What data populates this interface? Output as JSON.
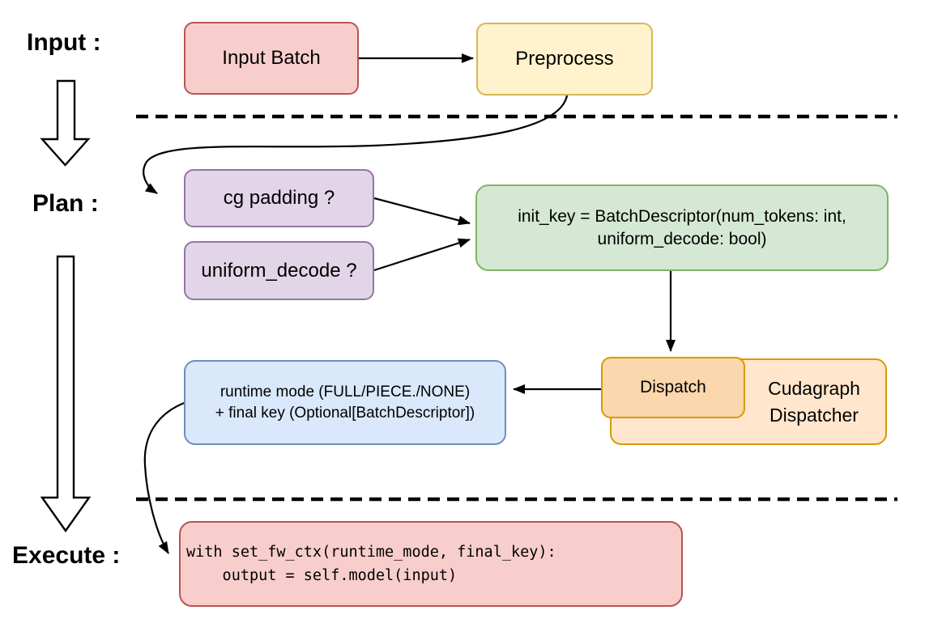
{
  "stages": {
    "input_label": "Input :",
    "plan_label": "Plan :",
    "execute_label": "Execute :"
  },
  "boxes": {
    "input_batch": {
      "text": "Input Batch"
    },
    "preprocess": {
      "text": "Preprocess"
    },
    "cg_padding": {
      "text": "cg padding ?"
    },
    "uniform_decode": {
      "text": "uniform_decode ?"
    },
    "init_key": {
      "line1": "init_key = BatchDescriptor(num_tokens: int,",
      "line2": "uniform_decode: bool)"
    },
    "dispatch": {
      "text": "Dispatch"
    },
    "cudagraph_dispatcher": {
      "line1": "Cudagraph",
      "line2": "Dispatcher"
    },
    "runtime_mode": {
      "line1": "runtime mode (FULL/PIECE./NONE)",
      "line2": "+ final key (Optional[BatchDescriptor])"
    },
    "execute_code": {
      "line1": "with set_fw_ctx(runtime_mode, final_key):",
      "line2": "    output = self.model(input)"
    }
  },
  "colors": {
    "red_fill": "#f8cecc",
    "red_stroke": "#b85450",
    "yellow_fill": "#fff2cc",
    "yellow_stroke": "#d6b656",
    "purple_fill": "#e1d5e7",
    "purple_stroke": "#9673a6",
    "green_fill": "#d5e8d4",
    "green_stroke": "#82b366",
    "blue_fill": "#dae8fc",
    "blue_stroke": "#6c8ebf",
    "orange_fill": "#ffe6cc",
    "orange_stroke": "#d79b00",
    "orange_inner_fill": "#fad7ac",
    "connector": "#000000"
  }
}
